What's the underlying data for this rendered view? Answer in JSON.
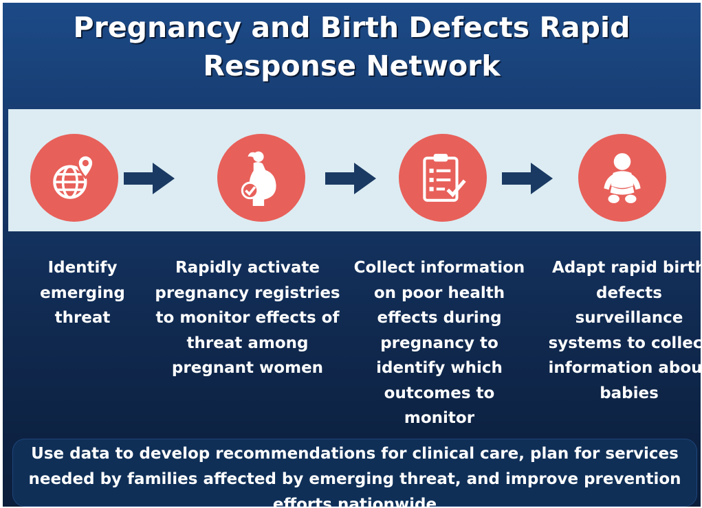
{
  "title": "Pregnancy and Birth Defects Rapid Response Network",
  "colors": {
    "background_top": "#1c4a87",
    "background_bottom": "#0b1e3b",
    "band": "#dcecf2",
    "icon_circle": "#e8605a",
    "arrow": "#1a3a63"
  },
  "steps": [
    {
      "icon": "globe-location-icon",
      "label": "Identify emerging threat"
    },
    {
      "icon": "pregnant-woman-icon",
      "label": "Rapidly activate pregnancy registries to monitor effects of threat among pregnant women"
    },
    {
      "icon": "clipboard-checklist-icon",
      "label": "Collect information on poor health effects during pregnancy to identify which outcomes to monitor"
    },
    {
      "icon": "baby-icon",
      "label": "Adapt rapid birth defects surveillance systems to collect information about babies"
    }
  ],
  "footer": "Use data to develop recommendations for clinical care, plan for services needed by families affected by emerging threat, and improve prevention efforts nationwide"
}
